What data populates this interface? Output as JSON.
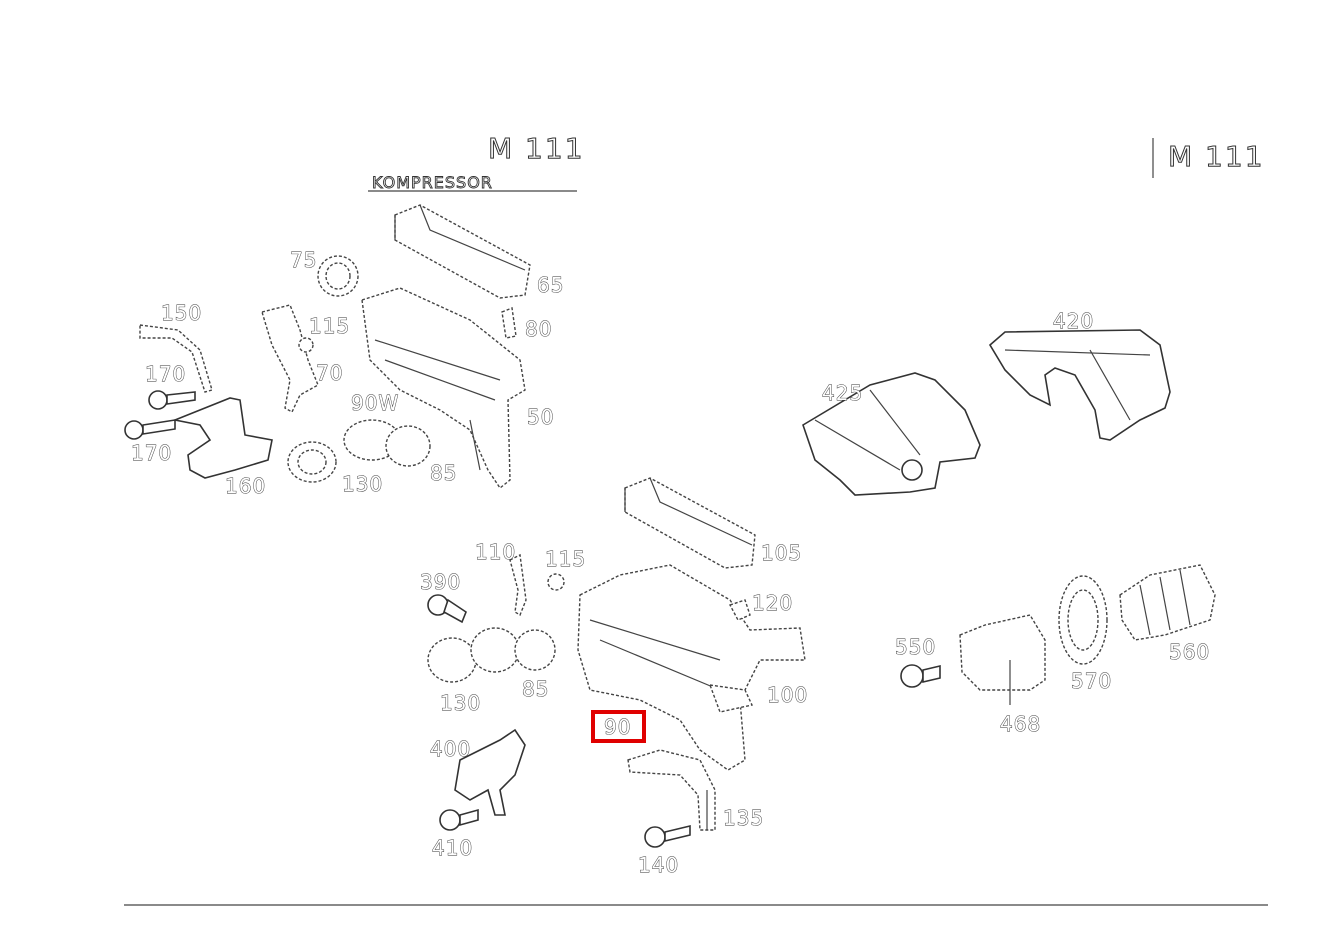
{
  "titles": {
    "left_engine": "M 111",
    "left_subtitle": "KOMPRESSOR",
    "right_engine": "M 111"
  },
  "highlight": {
    "label": "90",
    "color": "#e00000"
  },
  "callouts": [
    {
      "id": "65",
      "text": "65"
    },
    {
      "id": "75",
      "text": "75"
    },
    {
      "id": "80",
      "text": "80"
    },
    {
      "id": "150",
      "text": "150"
    },
    {
      "id": "115a",
      "text": "115"
    },
    {
      "id": "70",
      "text": "70"
    },
    {
      "id": "170a",
      "text": "170"
    },
    {
      "id": "170b",
      "text": "170"
    },
    {
      "id": "90w",
      "text": "90W"
    },
    {
      "id": "50",
      "text": "50"
    },
    {
      "id": "160",
      "text": "160"
    },
    {
      "id": "130a",
      "text": "130"
    },
    {
      "id": "85a",
      "text": "85"
    },
    {
      "id": "420",
      "text": "420"
    },
    {
      "id": "425",
      "text": "425"
    },
    {
      "id": "105",
      "text": "105"
    },
    {
      "id": "110",
      "text": "110"
    },
    {
      "id": "115b",
      "text": "115"
    },
    {
      "id": "390",
      "text": "390"
    },
    {
      "id": "120",
      "text": "120"
    },
    {
      "id": "550",
      "text": "550"
    },
    {
      "id": "560",
      "text": "560"
    },
    {
      "id": "570",
      "text": "570"
    },
    {
      "id": "85b",
      "text": "85"
    },
    {
      "id": "100",
      "text": "100"
    },
    {
      "id": "130b",
      "text": "130"
    },
    {
      "id": "90",
      "text": "90"
    },
    {
      "id": "468",
      "text": "468"
    },
    {
      "id": "400",
      "text": "400"
    },
    {
      "id": "135",
      "text": "135"
    },
    {
      "id": "410",
      "text": "410"
    },
    {
      "id": "140",
      "text": "140"
    }
  ]
}
